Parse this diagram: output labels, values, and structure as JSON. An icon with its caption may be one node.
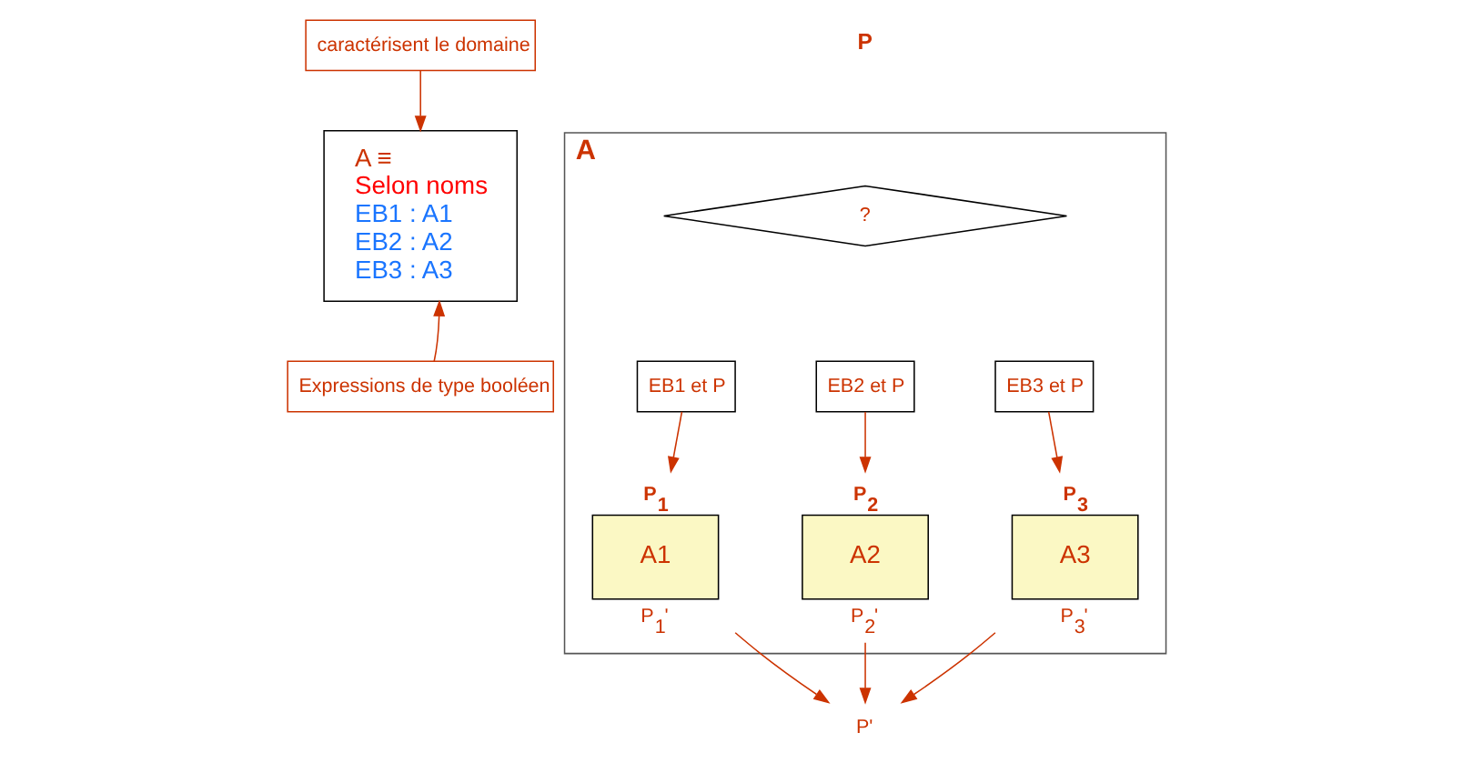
{
  "diagram": {
    "nodes": [
      {
        "text": [
          "caractérisent le domaine"
        ]
      },
      {
        "text": [
          "A ≡",
          "Selon noms",
          "EB1 : A1",
          "EB2 : A2",
          "EB3 : A3"
        ]
      },
      {
        "text": [
          "Expressions de type booléen"
        ]
      },
      {
        "text": [
          "A"
        ]
      },
      {
        "text": [
          "?"
        ],
        "in": 3
      },
      {
        "text": [
          "EB1 et P"
        ],
        "in": 3
      },
      {
        "text": [
          "EB2 et P"
        ],
        "in": 3
      },
      {
        "text": [
          "EB3 et P"
        ],
        "in": 3
      },
      {
        "text": [
          "A1"
        ],
        "in": 3,
        "beside": [
          "P$_{1}$",
          "P$_{1}$'"
        ]
      },
      {
        "text": [
          "A2"
        ],
        "in": 3,
        "beside": [
          "P$_{2}$",
          "P$_{2}$'"
        ]
      },
      {
        "text": [
          "A3"
        ],
        "in": 3,
        "beside": [
          "P$_{3}$",
          "P$_{3}$'"
        ]
      },
      {
        "text": [
          "P'"
        ]
      }
    ],
    "edges": [
      {
        "from": 0,
        "to": 1,
        "arrow": "to"
      },
      {
        "from": 2,
        "to": 1,
        "arrow": "to"
      },
      {
        "from": 5,
        "to": 8,
        "arrow": "to"
      },
      {
        "from": 6,
        "to": 9,
        "arrow": "to"
      },
      {
        "from": 7,
        "to": 10,
        "arrow": "to"
      },
      {
        "from": 8,
        "to": 11,
        "arrow": "to"
      },
      {
        "from": 9,
        "to": 11,
        "arrow": "to"
      },
      {
        "from": 10,
        "to": 11,
        "arrow": "to"
      }
    ],
    "labels": [
      "P"
    ]
  }
}
